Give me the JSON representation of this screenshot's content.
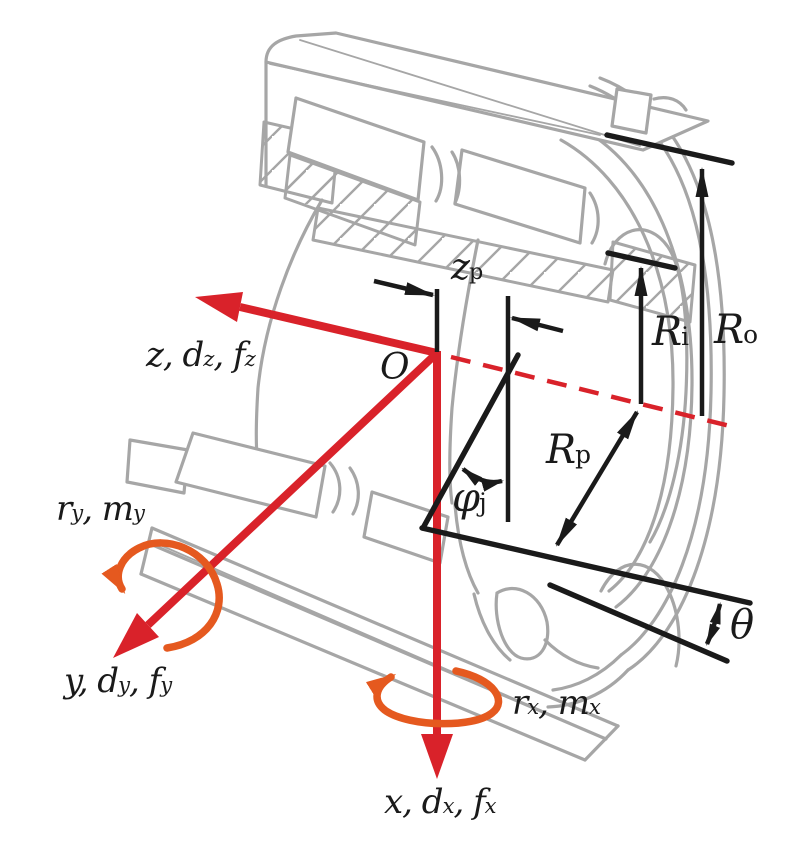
{
  "figure_title": "Tapered roller bearing coordinate system and geometry diagram",
  "labels": {
    "origin": "O",
    "z_axis": "z, d_{z}, f_{z}",
    "y_axis": "y, d_{y}, f_{y}",
    "x_axis": "x, d_{x}, f_{x}",
    "rot_y": "r_{y}, m_{y}",
    "rot_x": "r_{x}, m_{x}",
    "dim_zp": "z~{p}",
    "dim_Ri": "R~{i}",
    "dim_Ro": "R~{o}",
    "dim_Rp": "R~{p}",
    "angle_phi_j": "φ~{j}",
    "angle_theta": "θ"
  },
  "colors": {
    "axis_red": "#d9222a",
    "rotation_orange": "#e5591f",
    "drawing_gray": "#a6a6a6",
    "dimension_black": "#1a1a1a",
    "background": "#ffffff"
  }
}
